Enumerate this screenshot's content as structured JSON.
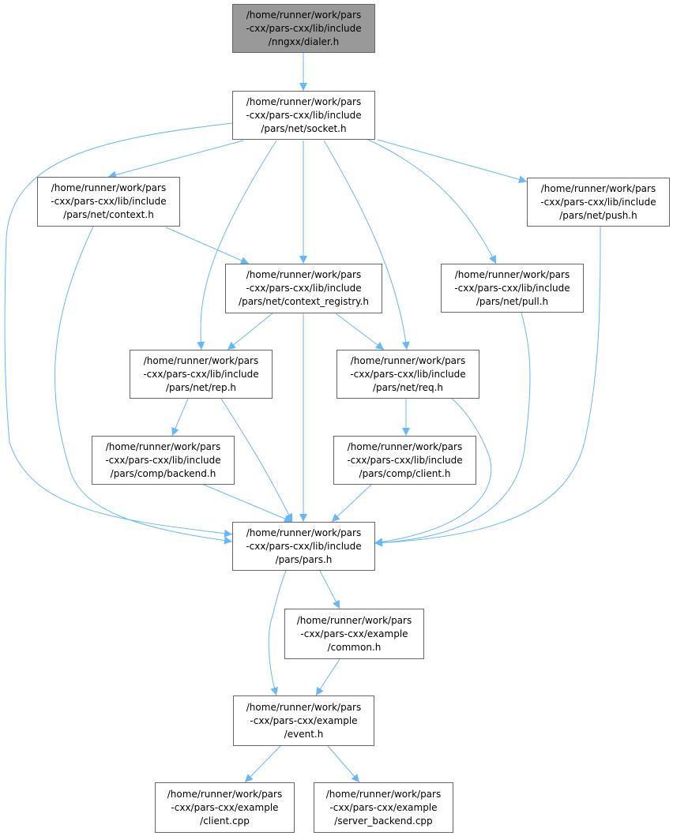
{
  "colors": {
    "edge": "#63b8ff",
    "border": "#666666",
    "root_fill": "#999999"
  },
  "nodes": {
    "dialer": "/home/runner/work/pars\n-cxx/pars-cxx/lib/include\n/nngxx/dialer.h",
    "socket": "/home/runner/work/pars\n-cxx/pars-cxx/lib/include\n/pars/net/socket.h",
    "context": "/home/runner/work/pars\n-cxx/pars-cxx/lib/include\n/pars/net/context.h",
    "push": "/home/runner/work/pars\n-cxx/pars-cxx/lib/include\n/pars/net/push.h",
    "context_registry": "/home/runner/work/pars\n-cxx/pars-cxx/lib/include\n/pars/net/context_registry.h",
    "pull": "/home/runner/work/pars\n-cxx/pars-cxx/lib/include\n/pars/net/pull.h",
    "rep": "/home/runner/work/pars\n-cxx/pars-cxx/lib/include\n/pars/net/rep.h",
    "req": "/home/runner/work/pars\n-cxx/pars-cxx/lib/include\n/pars/net/req.h",
    "backend": "/home/runner/work/pars\n-cxx/pars-cxx/lib/include\n/pars/comp/backend.h",
    "client_h": "/home/runner/work/pars\n-cxx/pars-cxx/lib/include\n/pars/comp/client.h",
    "pars": "/home/runner/work/pars\n-cxx/pars-cxx/lib/include\n/pars/pars.h",
    "common": "/home/runner/work/pars\n-cxx/pars-cxx/example\n/common.h",
    "event": "/home/runner/work/pars\n-cxx/pars-cxx/example\n/event.h",
    "client_cpp": "/home/runner/work/pars\n-cxx/pars-cxx/example\n/client.cpp",
    "server_backend": "/home/runner/work/pars\n-cxx/pars-cxx/example\n/server_backend.cpp"
  }
}
